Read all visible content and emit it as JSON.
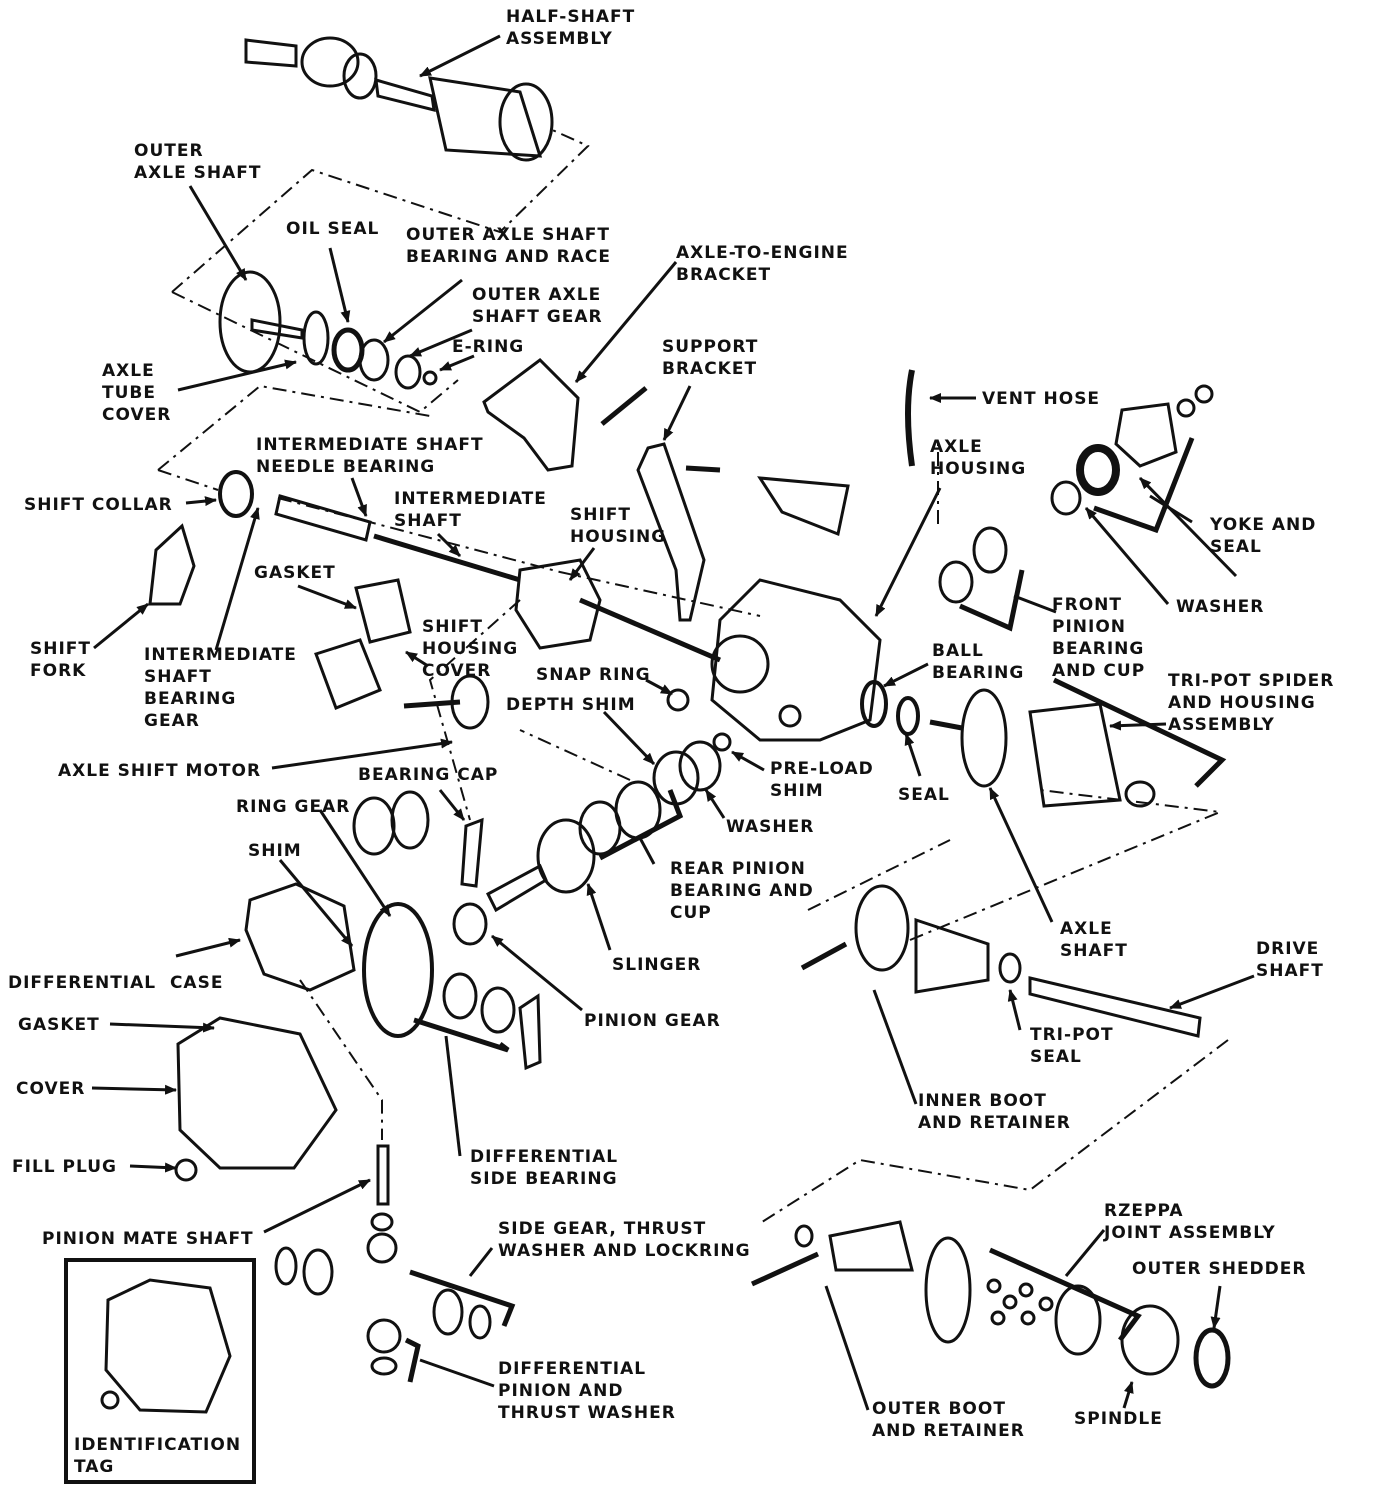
{
  "labels": {
    "half_shaft_assembly": "HALF-SHAFT\nASSEMBLY",
    "outer_axle_shaft": "OUTER\nAXLE SHAFT",
    "oil_seal": "OIL SEAL",
    "outer_axle_shaft_bearing": "OUTER AXLE SHAFT\nBEARING AND RACE",
    "outer_axle_shaft_gear": "OUTER AXLE\nSHAFT GEAR",
    "e_ring": "E-RING",
    "axle_to_engine_bracket": "AXLE-TO-ENGINE\nBRACKET",
    "support_bracket": "SUPPORT\nBRACKET",
    "vent_hose": "VENT HOSE",
    "axle_housing": "AXLE\nHOUSING",
    "axle_tube_cover": "AXLE\nTUBE\nCOVER",
    "intermediate_shaft_needle_bearing": "INTERMEDIATE SHAFT\nNEEDLE BEARING",
    "intermediate_shaft": "INTERMEDIATE\nSHAFT",
    "shift_collar": "SHIFT COLLAR",
    "shift_housing": "SHIFT\nHOUSING",
    "yoke_and_seal": "YOKE AND\nSEAL",
    "gasket_top": "GASKET",
    "front_pinion_bearing": "FRONT\nPINION\nBEARING\nAND CUP",
    "washer_right": "WASHER",
    "shift_fork": "SHIFT\nFORK",
    "intermediate_shaft_bearing_gear": "INTERMEDIATE\nSHAFT\nBEARING\nGEAR",
    "shift_housing_cover": "SHIFT\nHOUSING\nCOVER",
    "snap_ring": "SNAP RING",
    "ball_bearing": "BALL\nBEARING",
    "tri_pot_spider": "TRI-POT SPIDER\nAND HOUSING\nASSEMBLY",
    "depth_shim": "DEPTH SHIM",
    "axle_shift_motor": "AXLE SHIFT MOTOR",
    "bearing_cap": "BEARING CAP",
    "pre_load_shim": "PRE-LOAD\nSHIM",
    "seal": "SEAL",
    "ring_gear": "RING GEAR",
    "washer_center": "WASHER",
    "shim": "SHIM",
    "rear_pinion_bearing": "REAR PINION\nBEARING AND\nCUP",
    "axle_shaft": "AXLE\nSHAFT",
    "drive_shaft": "DRIVE\nSHAFT",
    "differential_case": "DIFFERENTIAL  CASE",
    "slinger": "SLINGER",
    "gasket_bottom": "GASKET",
    "pinion_gear": "PINION GEAR",
    "tri_pot_seal": "TRI-POT\nSEAL",
    "cover": "COVER",
    "inner_boot": "INNER BOOT\nAND RETAINER",
    "fill_plug": "FILL PLUG",
    "differential_side_bearing": "DIFFERENTIAL\nSIDE BEARING",
    "rzeppa_joint": "RZEPPA\nJOINT ASSEMBLY",
    "pinion_mate_shaft": "PINION MATE SHAFT",
    "side_gear": "SIDE GEAR, THRUST\nWASHER AND LOCKRING",
    "outer_shedder": "OUTER SHEDDER",
    "differential_pinion": "DIFFERENTIAL\nPINION AND\nTHRUST WASHER",
    "outer_boot": "OUTER BOOT\nAND RETAINER",
    "spindle": "SPINDLE",
    "identification_tag": "IDENTIFICATION\nTAG"
  },
  "colors": {
    "ink": "#111111",
    "paper": "#ffffff"
  }
}
